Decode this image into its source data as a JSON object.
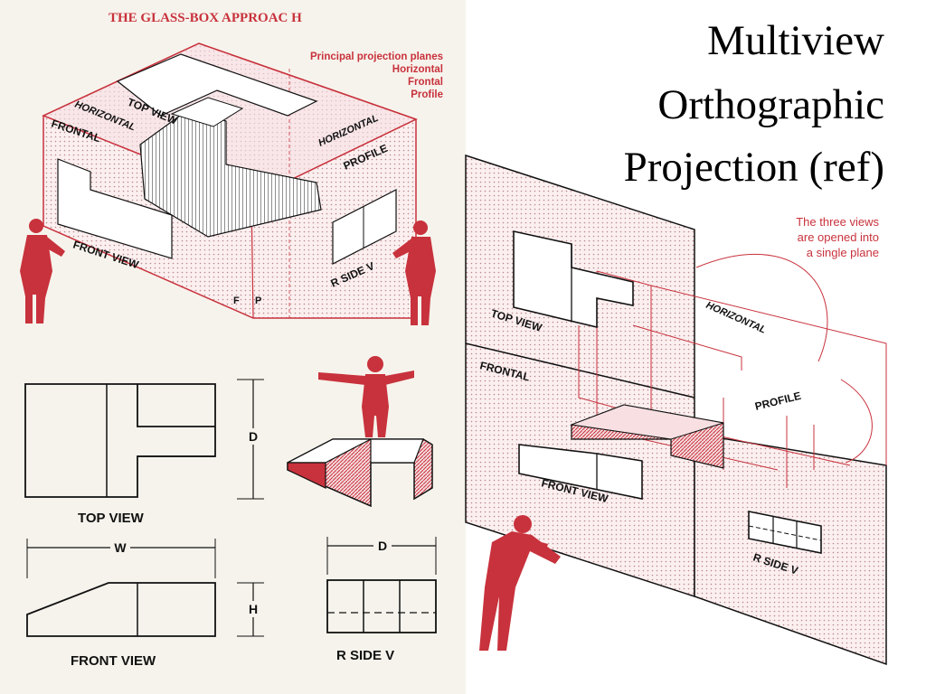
{
  "slide_title": [
    "Multiview",
    "Orthographic",
    "Projection (ref)"
  ],
  "glass_box": {
    "heading": "THE GLASS-BOX APPROAC H",
    "legend": [
      "Principal projection planes",
      "Horizontal",
      "Frontal",
      "Profile"
    ],
    "labels": {
      "top_view": "TOP VIEW",
      "horizontal_left": "HORIZONTAL",
      "frontal": "FRONTAL",
      "horizontal_right": "HORIZONTAL",
      "profile": "PROFILE",
      "front_view": "FRONT VIEW",
      "r_side": "R SIDE V",
      "f": "F",
      "p": "P"
    }
  },
  "views": {
    "top_view": "TOP VIEW",
    "front_view": "FRONT VIEW",
    "r_side": "R SIDE V",
    "dim_d_top": "D",
    "dim_w": "W",
    "dim_h": "H",
    "dim_d_side": "D"
  },
  "unfolded": {
    "note": [
      "The three views",
      "are opened into",
      "a single plane"
    ],
    "top_view": "TOP VIEW",
    "horizontal": "HORIZONTAL",
    "frontal": "FRONTAL",
    "profile": "PROFILE",
    "front_view": "FRONT VIEW",
    "r_side": "R SIDE V"
  },
  "colors": {
    "red": "#c8323c",
    "pink": "#f3d6d9",
    "ink": "#111111"
  }
}
